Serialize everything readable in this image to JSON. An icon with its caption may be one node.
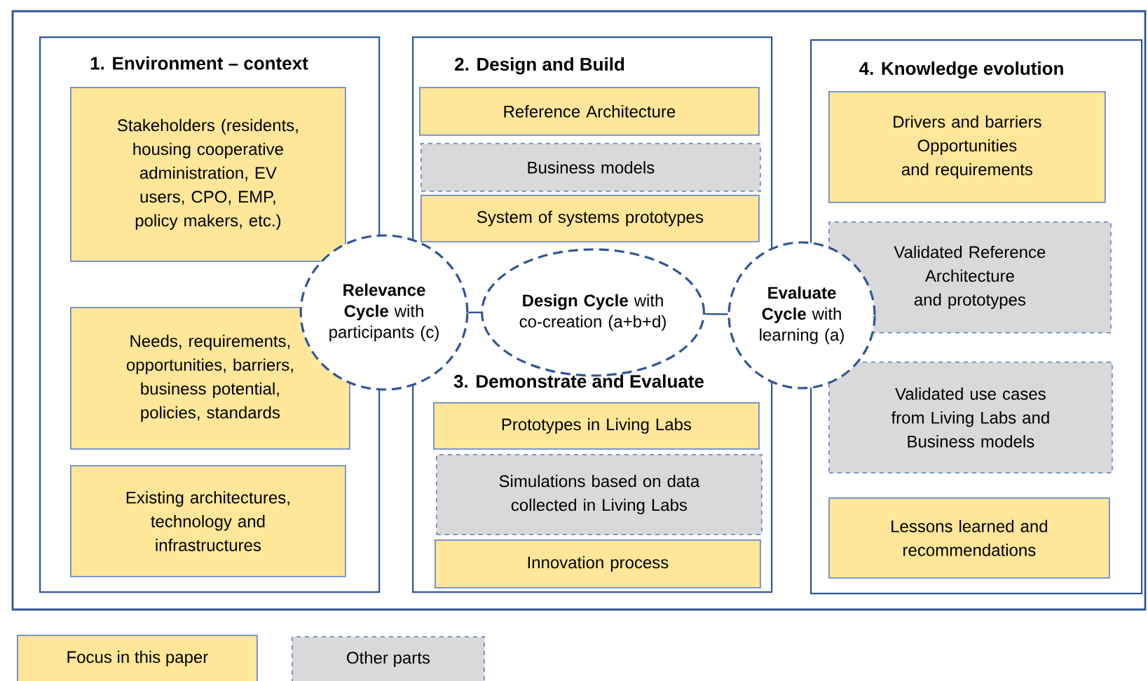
{
  "diagram": {
    "nodes": [
      {
        "text": [
          "1. Environment – context"
        ]
      },
      {
        "text": [
          "Stakeholders (residents, housing cooperative administration, EV users, CPO, EMP, policy makers, etc.)"
        ],
        "in": 0
      },
      {
        "text": [
          "Needs, requirements, opportunities, barriers, business potential, policies, standards"
        ],
        "in": 0
      },
      {
        "text": [
          "Existing architectures, technology and infrastructures"
        ],
        "in": 0
      },
      {
        "text": [
          "2. Design and Build",
          "3. Demonstrate and Evaluate"
        ]
      },
      {
        "text": [
          "Reference Architecture"
        ],
        "in": 4
      },
      {
        "text": [
          "Business models"
        ],
        "in": 4
      },
      {
        "text": [
          "System of systems prototypes"
        ],
        "in": 4
      },
      {
        "text": [
          "Prototypes in Living Labs"
        ],
        "in": 4
      },
      {
        "text": [
          "Simulations based on data collected in Living Labs"
        ],
        "in": 4
      },
      {
        "text": [
          "Innovation process"
        ],
        "in": 4
      },
      {
        "text": [
          "4. Knowledge evolution"
        ]
      },
      {
        "text": [
          "Drivers and barriers Opportunities and requirements"
        ],
        "in": 11
      },
      {
        "text": [
          "Validated Reference Architecture and prototypes"
        ],
        "in": 11
      },
      {
        "text": [
          "Validated use cases from Living Labs and Business models"
        ],
        "in": 11
      },
      {
        "text": [
          "Lessons learned and recommendations"
        ],
        "in": 11
      },
      {
        "text": [
          "**Relevance Cycle** with participants (c)"
        ]
      },
      {
        "text": [
          "**Design Cycle** with co-creation (a+b+d)"
        ],
        "in": 4
      },
      {
        "text": [
          "**Evaluate Cycle** with learning (a)"
        ]
      }
    ],
    "edges": [
      {
        "from": 16,
        "to": 17,
        "arrow": "none"
      },
      {
        "from": 17,
        "to": 18,
        "arrow": "none"
      }
    ],
    "legend": [
      {
        "text": "Focus in this paper",
        "color": "#ffe699"
      },
      {
        "text": "Other parts",
        "color": "#d9d9d9"
      }
    ]
  }
}
